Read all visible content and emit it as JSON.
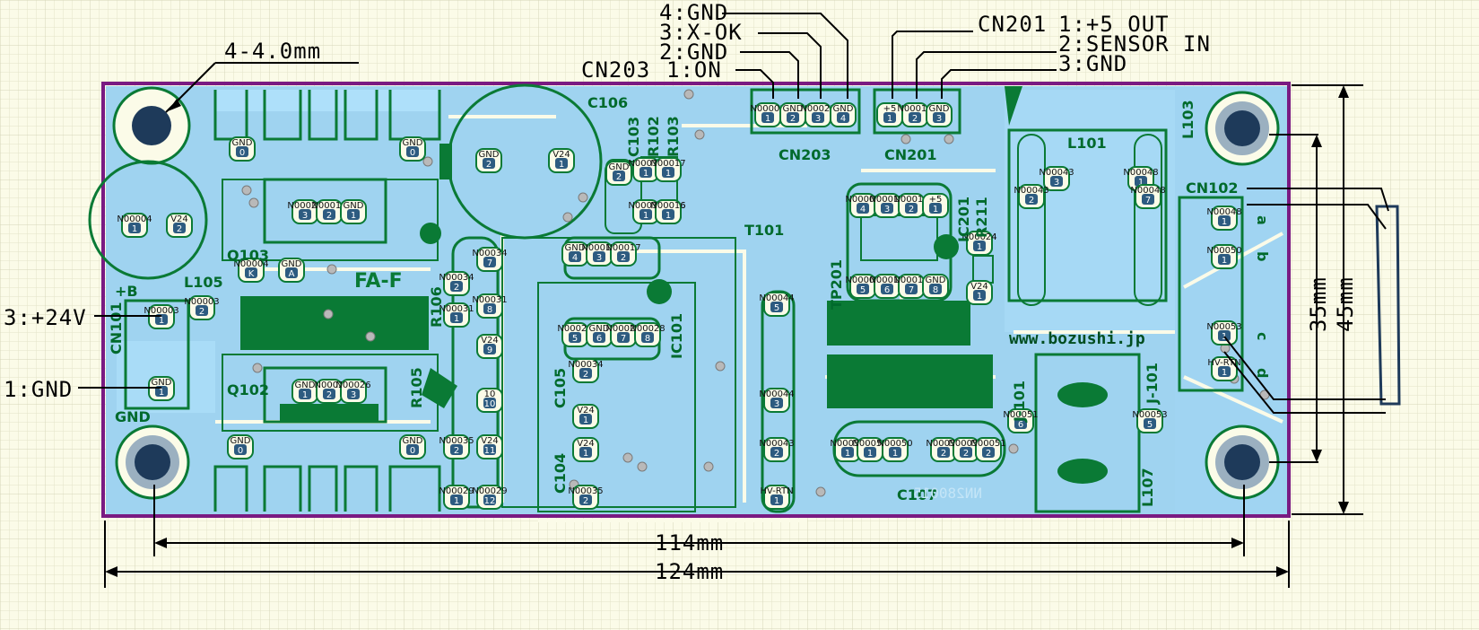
{
  "dimensions": {
    "hole": "4-4.0mm",
    "width_inner": "114mm",
    "width_outer": "124mm",
    "height_inner": "35mm",
    "height_outer": "45mm"
  },
  "connectors": {
    "cn203": {
      "title": "CN203",
      "pins": [
        "1:ON",
        "2:GND",
        "3:X-OK",
        "4:GND"
      ],
      "silk": "CN203"
    },
    "cn201": {
      "title": "CN201",
      "pins": [
        "1:+5 OUT",
        "2:SENSOR IN",
        "3:GND"
      ],
      "silk": "CN201"
    },
    "cn101": {
      "silk": "CN101",
      "pins": [
        "3:+24V",
        "1:GND"
      ]
    },
    "cn102": {
      "silk": "CN102"
    }
  },
  "refdes": {
    "c106": "C106",
    "c103": "C103",
    "r102": "R102",
    "r103": "R103",
    "q103": "Q103",
    "q102": "Q102",
    "l105": "L105",
    "l101": "L101",
    "l103": "L103",
    "l107": "L107",
    "t101": "T101",
    "tp201": "TP201",
    "ic201": "IC201",
    "r211": "R211",
    "ic101": "IC101",
    "r106": "R106",
    "r105": "R105",
    "c105": "C105",
    "c104": "C104",
    "c107": "C107",
    "j101a": "J-101",
    "j101b": "J-101",
    "gnd_left": "GND",
    "plus_b": "+B",
    "fa_f": "FA-F",
    "url": "www.bozushi.jp",
    "mirror": "NN280015"
  },
  "cn102_letters": [
    "a",
    "b",
    "c",
    "d"
  ],
  "pads": [
    {
      "t": "GND",
      "n": "0"
    },
    {
      "t": "GND",
      "n": "0"
    },
    {
      "t": "N00004",
      "n": "1"
    },
    {
      "t": "V24",
      "n": "2"
    },
    {
      "t": "N00027",
      "n": "3"
    },
    {
      "t": "N00013",
      "n": "2"
    },
    {
      "t": "GND",
      "n": "1"
    },
    {
      "t": "N00004",
      "n": "K"
    },
    {
      "t": "GND",
      "n": "A"
    },
    {
      "t": "N00003",
      "n": "1"
    },
    {
      "t": "N00003",
      "n": "2"
    },
    {
      "t": "GND",
      "n": "1"
    },
    {
      "t": "GND",
      "n": "1"
    },
    {
      "t": "N0002",
      "n": "2"
    },
    {
      "t": "N00026",
      "n": "3"
    },
    {
      "t": "GND",
      "n": "0"
    },
    {
      "t": "GND",
      "n": "0"
    },
    {
      "t": "GND",
      "n": "2"
    },
    {
      "t": "V24",
      "n": "1"
    },
    {
      "t": "GND",
      "n": "2"
    },
    {
      "t": "N00034",
      "n": "7"
    },
    {
      "t": "N00034",
      "n": "2"
    },
    {
      "t": "N00031",
      "n": "8"
    },
    {
      "t": "N00031",
      "n": "1"
    },
    {
      "t": "V24",
      "n": "9"
    },
    {
      "t": "10",
      "n": "10"
    },
    {
      "t": "N00035",
      "n": "2"
    },
    {
      "t": "V24",
      "n": "11"
    },
    {
      "t": "N00029",
      "n": "1"
    },
    {
      "t": "N00029",
      "n": "12"
    },
    {
      "t": "GND",
      "n": "4"
    },
    {
      "t": "N00018",
      "n": "3"
    },
    {
      "t": "N00017",
      "n": "2"
    },
    {
      "t": "N00027",
      "n": "5"
    },
    {
      "t": "GND",
      "n": "6"
    },
    {
      "t": "N00026",
      "n": "7"
    },
    {
      "t": "N00028",
      "n": "8"
    },
    {
      "t": "N00034",
      "n": "2"
    },
    {
      "t": "V24",
      "n": "1"
    },
    {
      "t": "V24",
      "n": "1"
    },
    {
      "t": "N00035",
      "n": "2"
    },
    {
      "t": "N00044",
      "n": "5"
    },
    {
      "t": "N00044",
      "n": "3"
    },
    {
      "t": "N00043",
      "n": "2"
    },
    {
      "t": "HV-RTN",
      "n": "1"
    },
    {
      "t": "N00005",
      "n": "4"
    },
    {
      "t": "N00010",
      "n": "3"
    },
    {
      "t": "N00013",
      "n": "2"
    },
    {
      "t": "+5",
      "n": "1"
    },
    {
      "t": "N00006",
      "n": "5"
    },
    {
      "t": "N00011",
      "n": "6"
    },
    {
      "t": "N00014",
      "n": "7"
    },
    {
      "t": "GND",
      "n": "8"
    },
    {
      "t": "N00043",
      "n": "3"
    },
    {
      "t": "N00048",
      "n": "1"
    },
    {
      "t": "N00043",
      "n": "2"
    },
    {
      "t": "N00048",
      "n": "7"
    },
    {
      "t": "N00048",
      "n": "1"
    },
    {
      "t": "N00050",
      "n": "1"
    },
    {
      "t": "N00053",
      "n": "1"
    },
    {
      "t": "HV-RTN",
      "n": "1"
    },
    {
      "t": "N00051",
      "n": "6"
    },
    {
      "t": "N00053",
      "n": "5"
    },
    {
      "t": "N00050",
      "n": "1"
    },
    {
      "t": "N00050",
      "n": "1"
    },
    {
      "t": "N00050",
      "n": "1"
    },
    {
      "t": "N00051",
      "n": "2"
    },
    {
      "t": "N00051",
      "n": "2"
    },
    {
      "t": "N00051",
      "n": "2"
    },
    {
      "t": "N00024",
      "n": "1"
    },
    {
      "t": "V24",
      "n": "1"
    },
    {
      "t": "N00001",
      "n": "1"
    },
    {
      "t": "GND",
      "n": "2"
    },
    {
      "t": "N00023",
      "n": "3"
    },
    {
      "t": "GND",
      "n": "4"
    },
    {
      "t": "+5",
      "n": "1"
    },
    {
      "t": "N00015",
      "n": "2"
    },
    {
      "t": "GND",
      "n": "3"
    },
    {
      "t": "GND",
      "n": "2"
    },
    {
      "t": "N00018",
      "n": "1"
    },
    {
      "t": "N00017",
      "n": "1"
    },
    {
      "t": "N00018",
      "n": "1"
    },
    {
      "t": "N00016",
      "n": "1"
    },
    {
      "t": "N00016",
      "n": "1"
    },
    {
      "t": "N00024",
      "n": "1"
    }
  ],
  "colors": {
    "background": "#fbfbe8",
    "grid": "#e2e2c8",
    "board_outline": "#7a1a82",
    "copper": "#9fd3f0",
    "silkscreen": "#0a7a35",
    "pad": "#2d5b80"
  }
}
